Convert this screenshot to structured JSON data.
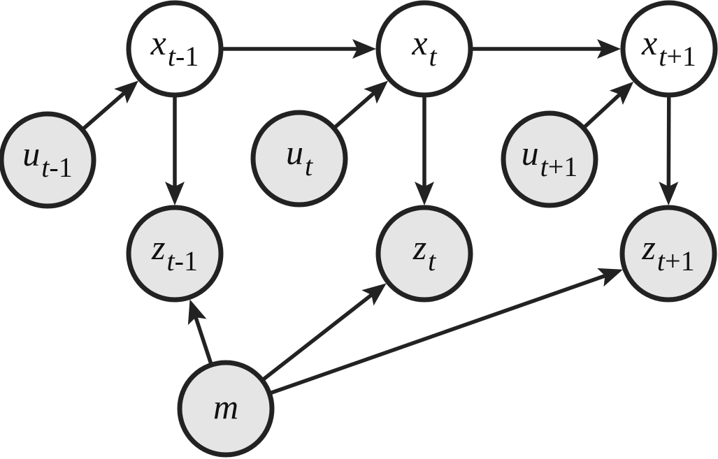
{
  "title": "SLAM dynamic Bayesian network",
  "colors": {
    "stroke": "#222222",
    "observed_fill": "#e5e5e5",
    "hidden_fill": "#ffffff"
  },
  "nodes": [
    {
      "id": "x_prev",
      "symbol": "x",
      "subscript_var": "t",
      "subscript_rest": "-1",
      "observed": false
    },
    {
      "id": "x_curr",
      "symbol": "x",
      "subscript_var": "t",
      "subscript_rest": "",
      "observed": false
    },
    {
      "id": "x_next",
      "symbol": "x",
      "subscript_var": "t",
      "subscript_rest": "+1",
      "observed": false
    },
    {
      "id": "u_prev",
      "symbol": "u",
      "subscript_var": "t",
      "subscript_rest": "-1",
      "observed": true
    },
    {
      "id": "u_curr",
      "symbol": "u",
      "subscript_var": "t",
      "subscript_rest": "",
      "observed": true
    },
    {
      "id": "u_next",
      "symbol": "u",
      "subscript_var": "t",
      "subscript_rest": "+1",
      "observed": true
    },
    {
      "id": "z_prev",
      "symbol": "z",
      "subscript_var": "t",
      "subscript_rest": "-1",
      "observed": true
    },
    {
      "id": "z_curr",
      "symbol": "z",
      "subscript_var": "t",
      "subscript_rest": "",
      "observed": true
    },
    {
      "id": "z_next",
      "symbol": "z",
      "subscript_var": "t",
      "subscript_rest": "+1",
      "observed": true
    },
    {
      "id": "m",
      "symbol": "m",
      "subscript_var": "",
      "subscript_rest": "",
      "observed": true
    }
  ],
  "edges": [
    {
      "from": "x_prev",
      "to": "x_curr"
    },
    {
      "from": "x_curr",
      "to": "x_next"
    },
    {
      "from": "u_prev",
      "to": "x_prev"
    },
    {
      "from": "u_curr",
      "to": "x_curr"
    },
    {
      "from": "u_next",
      "to": "x_next"
    },
    {
      "from": "x_prev",
      "to": "z_prev"
    },
    {
      "from": "x_curr",
      "to": "z_curr"
    },
    {
      "from": "x_next",
      "to": "z_next"
    },
    {
      "from": "m",
      "to": "z_prev"
    },
    {
      "from": "m",
      "to": "z_curr"
    },
    {
      "from": "m",
      "to": "z_next"
    }
  ]
}
